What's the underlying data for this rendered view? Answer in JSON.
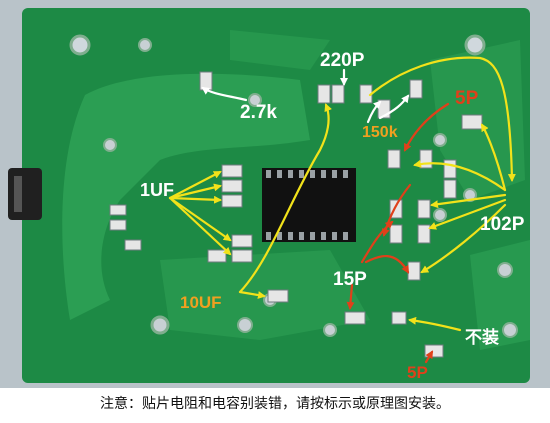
{
  "photo": {
    "labels": {
      "c220p": "220P",
      "r2_7k": "2.7k",
      "r150k": "150k",
      "c5p_top": "5P",
      "c1uf": "1UF",
      "c102p": "102P",
      "c10uf": "10UF",
      "c15p": "15P",
      "not_fitted": "不装",
      "c5p_bottom": "5P"
    }
  },
  "caption": {
    "text": "注意：贴片电阻和电容别装错，请按标示或原理图安装。"
  },
  "colors": {
    "board": "#1d8a45",
    "trace": "#2fa356",
    "label_white": "#ffffff",
    "label_orange": "#f0a020",
    "label_red": "#e0401a",
    "arrow_yellow": "#f2e21a",
    "arrow_white": "#ffffff",
    "arrow_red": "#e0401a"
  }
}
